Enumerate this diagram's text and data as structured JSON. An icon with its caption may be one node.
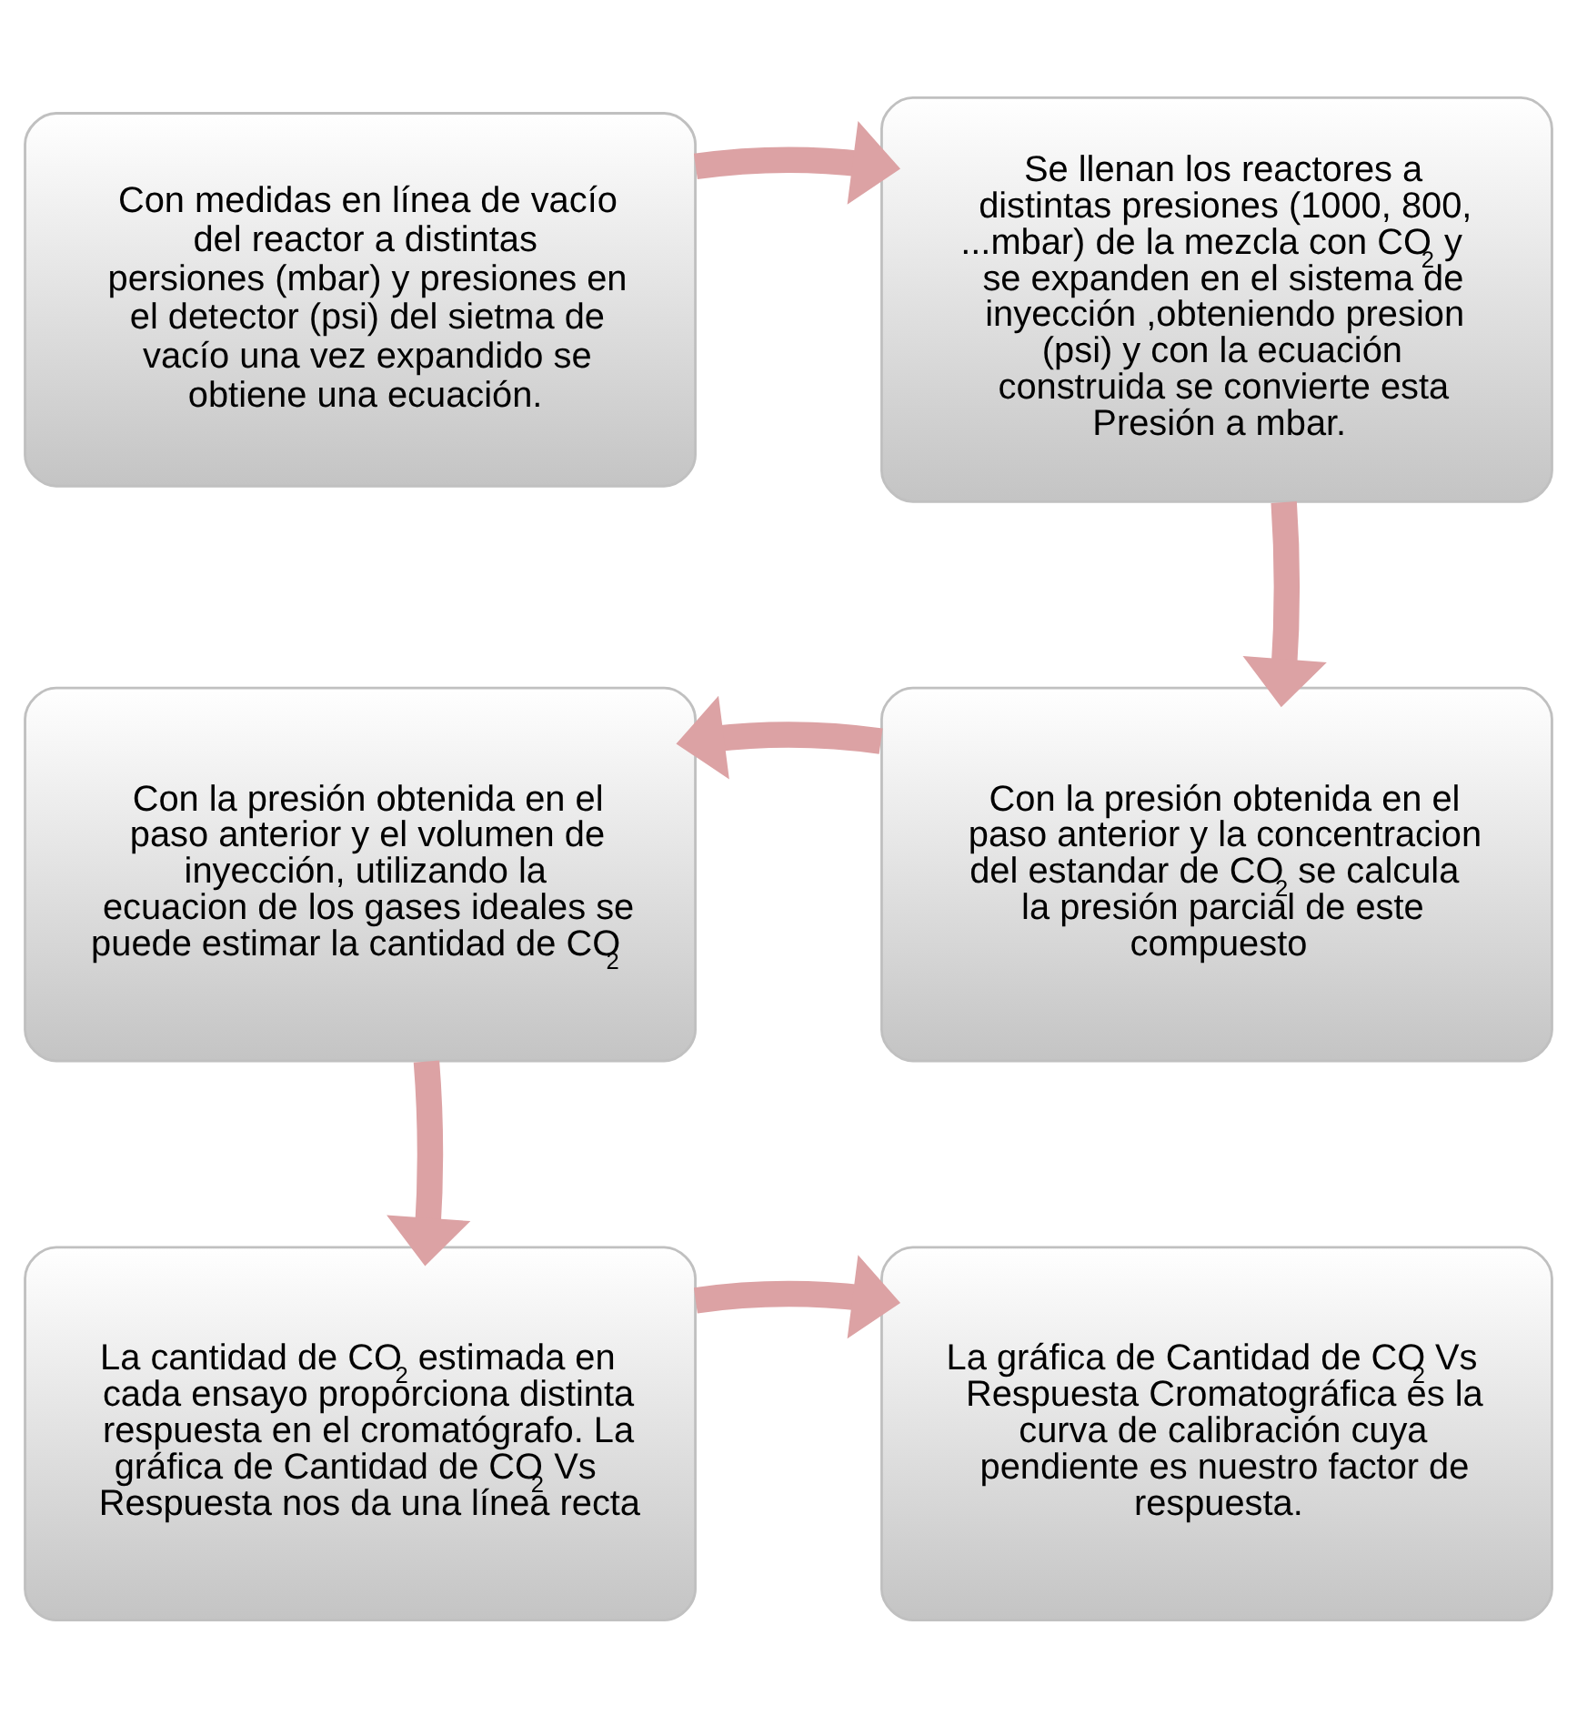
{
  "diagram": {
    "nodes": [
      {
        "text": [
          "Con medidas en línea de vacío del reactor a distintas persiones (mbar) y presiones en el detector (psi) del sietma de vacío una vez expandido se obtiene una ecuación."
        ]
      },
      {
        "text": [
          "Se llenan los reactores a distintas presiones (1000, 800, ...mbar) de la mezcla con CO$_{2}$ y se expanden en el sistema de inyección ,obteniendo presion (psi) y con la ecuación construida se convierte esta Presión a mbar."
        ]
      },
      {
        "text": [
          "Con la presión obtenida en el paso anterior y el volumen de inyección, utilizando la ecuacion de los gases ideales se puede estimar la cantidad de CO$_{2}$"
        ]
      },
      {
        "text": [
          "Con la presión obtenida en el paso anterior y la concentracion del estandar de CO$_{2}$ se calcula la presión parcial de este compuesto"
        ]
      },
      {
        "text": [
          "La cantidad de CO$_{2}$ estimada en cada ensayo proporciona distinta respuesta en el cromatógrafo. La gráfica de Cantidad de CO$_{2}$ Vs Respuesta nos da una línea recta"
        ]
      },
      {
        "text": [
          "La gráfica de Cantidad de CO$_{2}$ Vs Respuesta Cromatográfica es la curva de calibración cuya pendiente es nuestro factor de respuesta."
        ]
      }
    ],
    "edges": [
      {
        "from": 0,
        "to": 1,
        "arrow": "to"
      },
      {
        "from": 1,
        "to": 3,
        "arrow": "to"
      },
      {
        "from": 3,
        "to": 2,
        "arrow": "to"
      },
      {
        "from": 2,
        "to": 4,
        "arrow": "to"
      },
      {
        "from": 4,
        "to": 5,
        "arrow": "to"
      }
    ]
  }
}
